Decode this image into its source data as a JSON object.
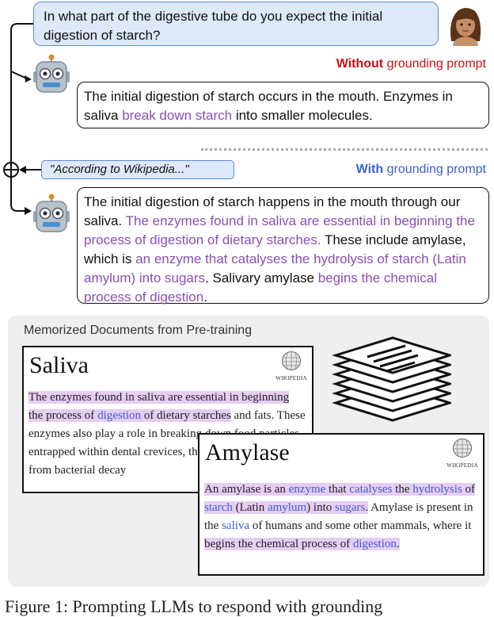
{
  "question": "In what part of the digestive tube do you expect the initial digestion of starch?",
  "tags": {
    "without_bold": "Without",
    "without_rest": " grounding prompt",
    "with_bold": "With",
    "with_rest": " grounding prompt"
  },
  "grounding_prompt": "\"According to Wikipedia...\"",
  "answer1": {
    "a": "The initial digestion of starch occurs in the mouth. Enzymes in saliva ",
    "b": "break down starch",
    "c": " into smaller molecules."
  },
  "answer2": {
    "a": "The initial digestion of starch happens in the mouth through our saliva. ",
    "b": "The enzymes found in saliva are essential in beginning the process of digestion of dietary starches.",
    "c": " These include amylase, which is ",
    "d": "an enzyme that catalyses the hydrolysis of starch (Latin amylum) into sugars",
    "e": ". Salivary amylase ",
    "f": "begins the chemical process of digestion",
    "g": "."
  },
  "panel_title": "Memorized Documents from Pre-training",
  "wikipedia_wordmark": "WIKIPEDIA",
  "doc_saliva": {
    "title": "Saliva",
    "t1": "The enzymes found in saliva are essential in beginning the process of ",
    "l1": "digestion",
    "t2": " of dietary starches",
    "t3": " and fats. These enzymes also play a role in breaking down food particles entrapped within dental crevices, thus protecting teeth from bacterial decay"
  },
  "doc_amylase": {
    "title": "Amylase",
    "t1": "An amylase is an ",
    "l1": "enzyme",
    "t2": " that ",
    "l2": "catalyses",
    "t3": " the ",
    "l3": "hydrolysis",
    "t4": " of ",
    "l4": "starch",
    "t5": " (Latin ",
    "l5": "amylum",
    "t6": ") into ",
    "l6": "sugars",
    "t7": ".",
    "t8": " Amylase is present in the ",
    "l7": "saliva",
    "t9": " of humans and some other mammals, where it ",
    "t10": "begins the chemical process of ",
    "l8": "digestion",
    "t11": "."
  },
  "caption": "Figure 1: Prompting LLMs to respond with grounding"
}
